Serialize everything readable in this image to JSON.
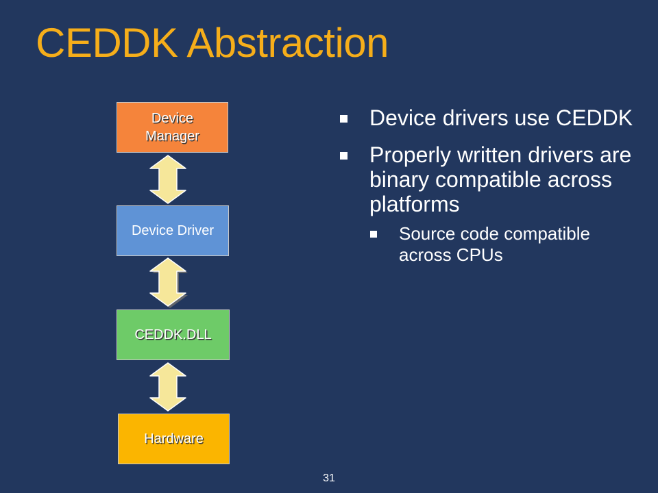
{
  "slide": {
    "title": "CEDDK Abstraction",
    "page_number": "31"
  },
  "diagram": {
    "boxes": [
      {
        "id": "device-manager",
        "line1": "Device",
        "line2": "Manager",
        "color": "#f5843b"
      },
      {
        "id": "device-driver",
        "label": "Device Driver",
        "color": "#5f93d6"
      },
      {
        "id": "ceddk-dll",
        "label": "CEDDK.DLL",
        "color": "#6ecb68"
      },
      {
        "id": "hardware",
        "label": "Hardware",
        "color": "#fbb500"
      }
    ],
    "arrow_color": "#f6e79a"
  },
  "bullets": [
    {
      "text": "Device drivers use CEDDK"
    },
    {
      "text": "Properly written drivers are binary compatible across platforms",
      "sub": [
        {
          "text": "Source code compatible across CPUs"
        }
      ]
    }
  ]
}
